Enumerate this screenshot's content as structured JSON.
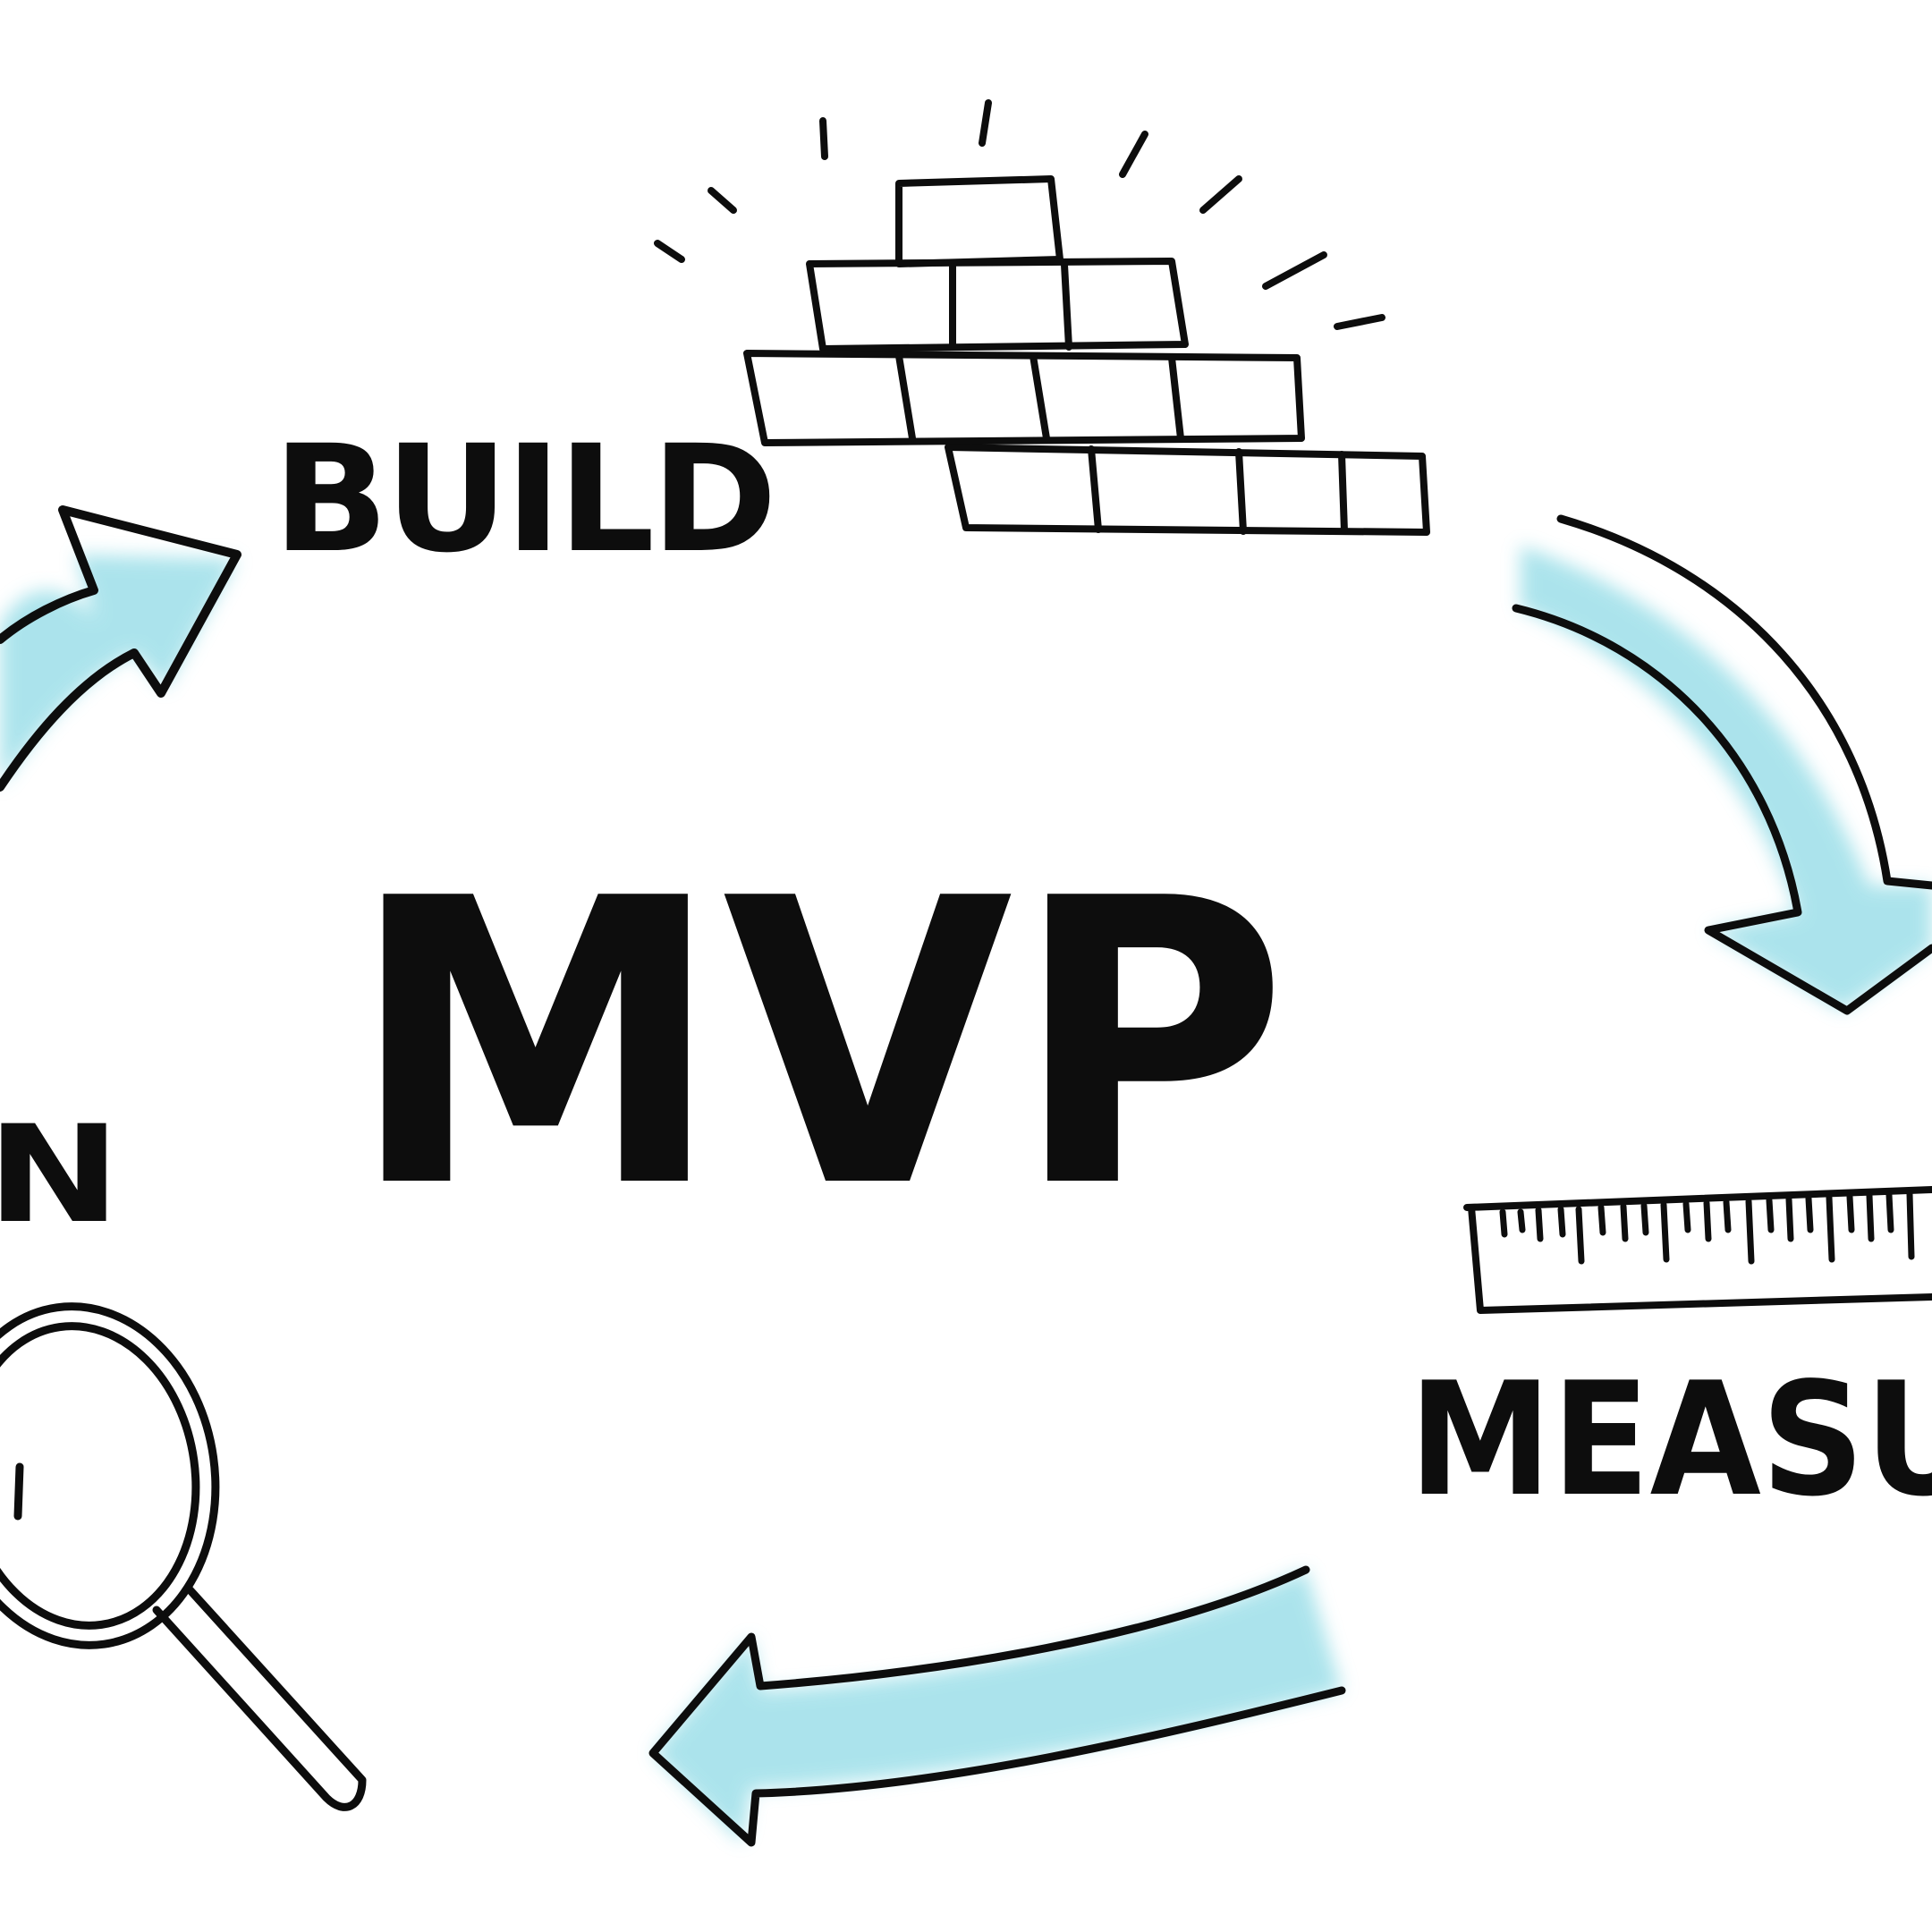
{
  "center_label": "MVP",
  "stages": {
    "build": "BUILD",
    "measure": "MEASU",
    "learn": "N"
  },
  "colors": {
    "ink": "#0d0d0d",
    "arrow_fill": "#a3e1ea",
    "background": "#ffffff"
  },
  "icons": {
    "build": "bricks-icon",
    "measure": "ruler-icon",
    "learn": "magnifier-icon"
  }
}
